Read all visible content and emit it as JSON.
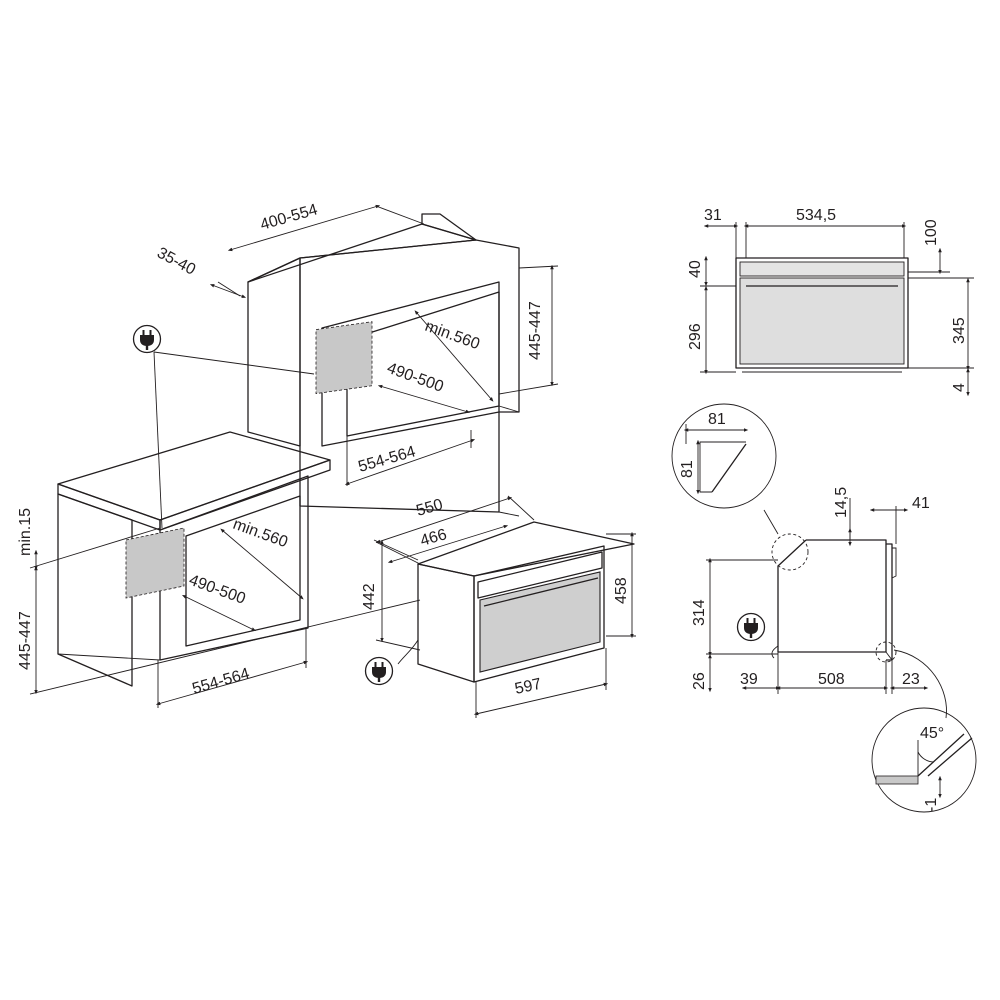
{
  "labels": {
    "d400_554": "400-554",
    "d35_40": "35-40",
    "d445_447_top": "445-447",
    "dmin560_top": "min.560",
    "d490_500_top": "490-500",
    "d554_564_top": "554-564",
    "dmin15": "min.15",
    "d445_447_bottom": "445-447",
    "dmin560_bottom": "min.560",
    "d490_500_bottom": "490-500",
    "d554_564_bottom": "554-564",
    "d550": "550",
    "d466": "466",
    "d442": "442",
    "d458": "458",
    "d597": "597",
    "r31": "31",
    "r534_5": "534,5",
    "r100": "100",
    "r40": "40",
    "r296": "296",
    "r345": "345",
    "r4": "4",
    "s81_h": "81",
    "s81_v": "81",
    "s14_5": "14,5",
    "s41": "41",
    "s314": "314",
    "s26": "26",
    "s39": "39",
    "s508": "508",
    "s23": "23",
    "s45deg": "45°",
    "s_minus1": "-1"
  },
  "colors": {
    "line": "#231f20",
    "shade": "#c8c8c8",
    "glass": "#cfcfcf"
  },
  "icons": [
    "power-plug-icon",
    "power-plug-icon",
    "power-plug-icon"
  ]
}
